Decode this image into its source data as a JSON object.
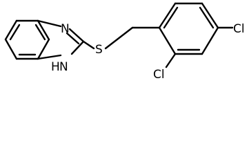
{
  "molecule": {
    "atoms": {
      "n3": "N",
      "s": "S",
      "n1h": "H",
      "n1n": "N",
      "cl_para": "Cl",
      "cl_ortho": "Cl"
    }
  }
}
